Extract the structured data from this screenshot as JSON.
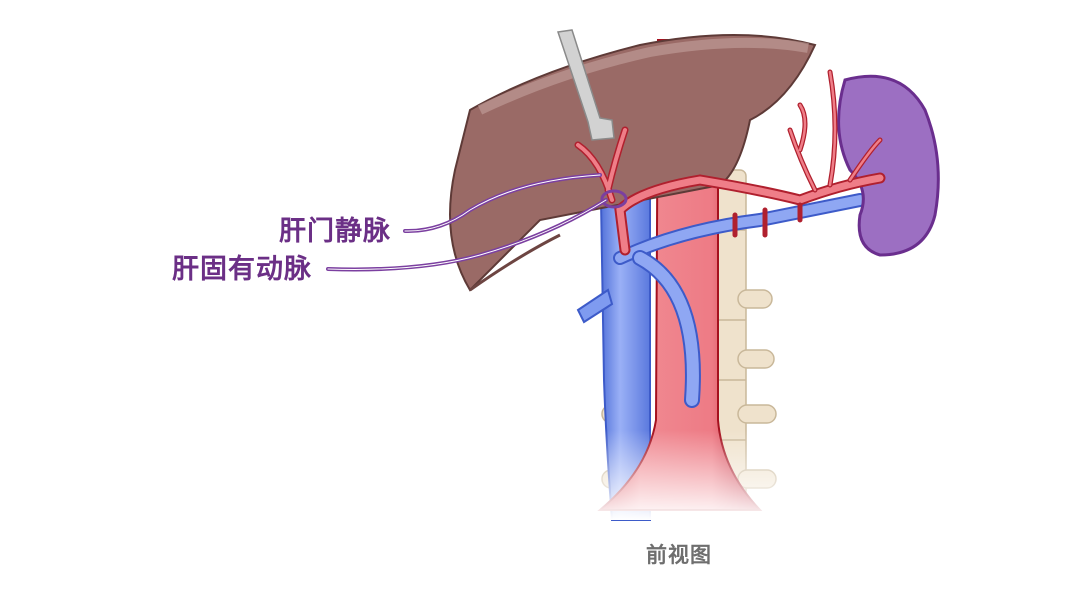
{
  "diagram": {
    "caption": "前视图",
    "labels": [
      {
        "id": "portal-vein",
        "text": "肝门静脉"
      },
      {
        "id": "proper-hepatic-artery",
        "text": "肝固有动脉"
      }
    ],
    "structures": [
      "liver",
      "spleen",
      "aorta",
      "inferior vena cava",
      "splenic artery",
      "splenic vein",
      "spine",
      "surgical clamp"
    ],
    "colors": {
      "label_text": "#6b2f86",
      "leader_line": "#7b3fa0",
      "caption_text": "#6e6e6e",
      "liver": "#9a6a66",
      "liver_dark": "#5e3a37",
      "spleen": "#9c6fc2",
      "spleen_outline": "#6a2e8e",
      "artery": "#e8707a",
      "artery_outline": "#b0202e",
      "vein": "#7f9bf0",
      "vein_outline": "#3d5bc9",
      "bone": "#efe2cc",
      "clamp": "#c9c9c9"
    }
  }
}
